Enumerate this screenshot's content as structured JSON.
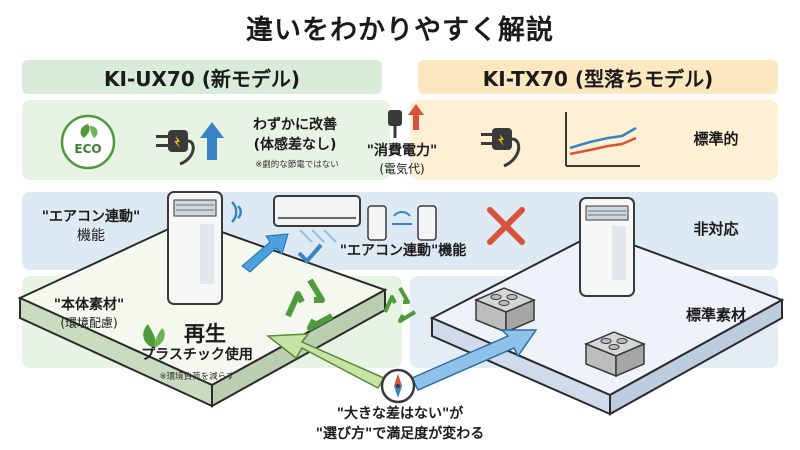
{
  "title": "違いをわかりやすく解説",
  "header": {
    "new_model": "KI-UX70 (新モデル)",
    "old_model": "KI-TX70 (型落ちモデル)"
  },
  "power": {
    "eco_badge": "ECO",
    "new_line1": "わずかに改善",
    "new_line2": "(体感差なし)",
    "new_note": "※劇的な節電ではない",
    "center_line1": "\"消費電力\"",
    "center_line2": "(電気代)",
    "old_value": "標準的"
  },
  "aircon": {
    "new_line1": "\"エアコン連動\"",
    "new_line2": "機能",
    "center_label": "\"エアコン連動\"機能",
    "old_value": "非対応"
  },
  "material": {
    "new_line1": "\"本体素材\"",
    "new_line2": "(環境配慮)",
    "new_big": "再生",
    "new_line3": "プラスチック使用",
    "new_note": "※環境負荷を減らす",
    "old_value": "標準素材"
  },
  "conclusion": {
    "line1": "\"大きな差はない\"が",
    "line2": "\"選び方\"で満足度が変わる"
  },
  "colors": {
    "green": "#4f9a3d",
    "blue_arrow": "#3a83c4",
    "red_cross": "#d9533a"
  }
}
